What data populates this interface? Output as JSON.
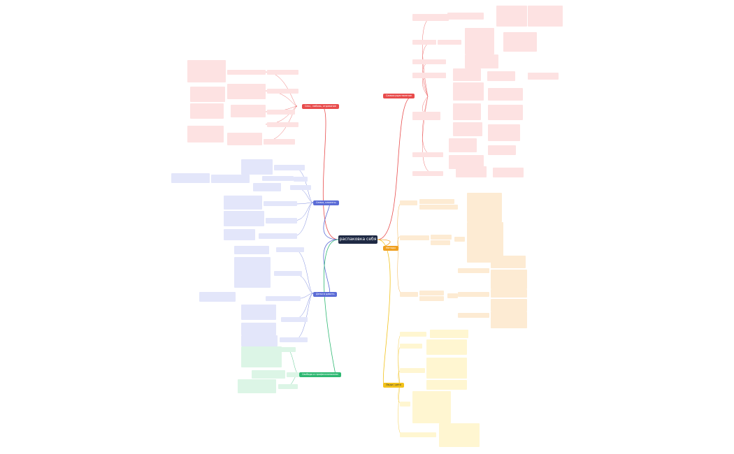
{
  "center": {
    "label": "распаковка себя"
  },
  "branches": [
    {
      "id": "red",
      "label": "Секс, любовь, отдавание",
      "color": "#e84c4c"
    },
    {
      "id": "red2",
      "label": "Самоосуществление",
      "color": "#e84c4c"
    },
    {
      "id": "blue",
      "label": "Семья, клиенты",
      "color": "#5b6cd6"
    },
    {
      "id": "blue2",
      "label": "Деньги давать",
      "color": "#5b6cd6"
    },
    {
      "id": "green",
      "label": "Свобода и профессионализм",
      "color": "#2eb872"
    },
    {
      "id": "orange",
      "label": "Методы",
      "color": "#f0a020"
    },
    {
      "id": "yellow",
      "label": "Люди / дети",
      "color": "#f2c21b"
    }
  ],
  "colors": {
    "red_box": "#fde2e2",
    "red_line": "#e84c4c",
    "blue_box": "#e3e6fa",
    "blue_line": "#5b6cd6",
    "green_box": "#dcf5e6",
    "green_line": "#2eb872",
    "orange_box": "#fdebd3",
    "orange_line": "#f0a020",
    "yellow_box": "#fff6d1",
    "yellow_line": "#f2c21b",
    "center_bg": "#1f2a44"
  }
}
